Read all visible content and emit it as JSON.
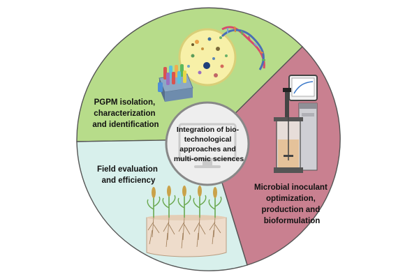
{
  "center": {
    "lines": [
      "Integration of bio-",
      "technological",
      "approaches and",
      "multi-omic sciences"
    ]
  },
  "segments": [
    {
      "id": "isolation",
      "lines": [
        "PGPM isolation,",
        "characterization",
        "and identification"
      ],
      "color": "#b7dc8a"
    },
    {
      "id": "inoculant",
      "lines": [
        "Microbial inoculant",
        "optimization,",
        "production and",
        "bioformulation"
      ],
      "color": "#c98090"
    },
    {
      "id": "field",
      "lines": [
        "Field evaluation",
        "and efficiency"
      ],
      "color": "#d8f0ec"
    }
  ],
  "colors": {
    "outline": "#555555",
    "center_fill": "#eeeeee",
    "center_stroke": "#888888"
  },
  "icons": {
    "isolation": [
      "petri-dish-icon",
      "dna-icon",
      "test-tube-rack-icon"
    ],
    "inoculant": [
      "bioreactor-icon"
    ],
    "field": [
      "wheat-plants-icon"
    ],
    "center": [
      "computer-monitor-icon"
    ]
  }
}
